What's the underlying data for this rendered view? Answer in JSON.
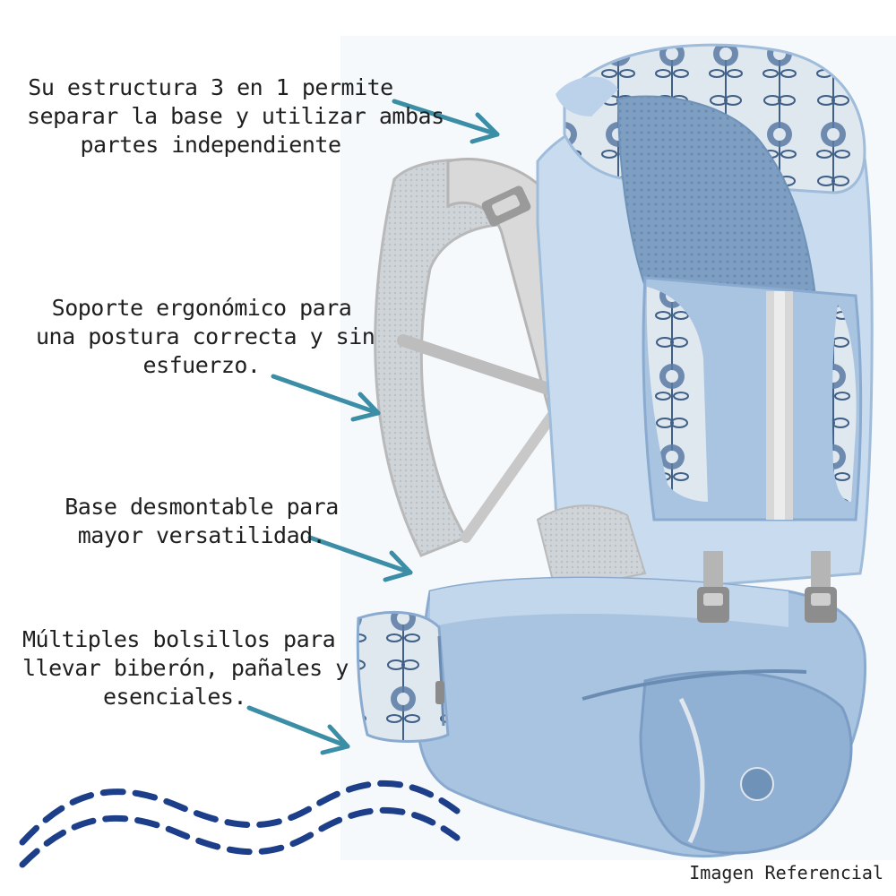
{
  "callouts": [
    {
      "lines": [
        "Su estructura 3 en 1 permite",
        "separar la base y utilizar ambas",
        "partes  independiente"
      ]
    },
    {
      "lines": [
        "Soporte ergonómico para",
        "una postura correcta y sin",
        "esfuerzo."
      ]
    },
    {
      "lines": [
        "Base desmontable para",
        "mayor versatilidad."
      ]
    },
    {
      "lines": [
        "Múltiples bolsillos para",
        "llevar biberón, pañales y",
        "esenciales."
      ]
    }
  ],
  "footer": {
    "text": "Imagen Referencial"
  },
  "colors": {
    "arrow": "#3b8ea5",
    "wave": "#1d3f8a",
    "carrier_light": "#c9dcef",
    "carrier_mid": "#9fbcdb",
    "carrier_dark": "#6f93b8",
    "strap": "#d8d8d8",
    "strap_dark": "#b9b9b9",
    "mesh": "#7e9ec2",
    "floral": "#3f5f86"
  }
}
